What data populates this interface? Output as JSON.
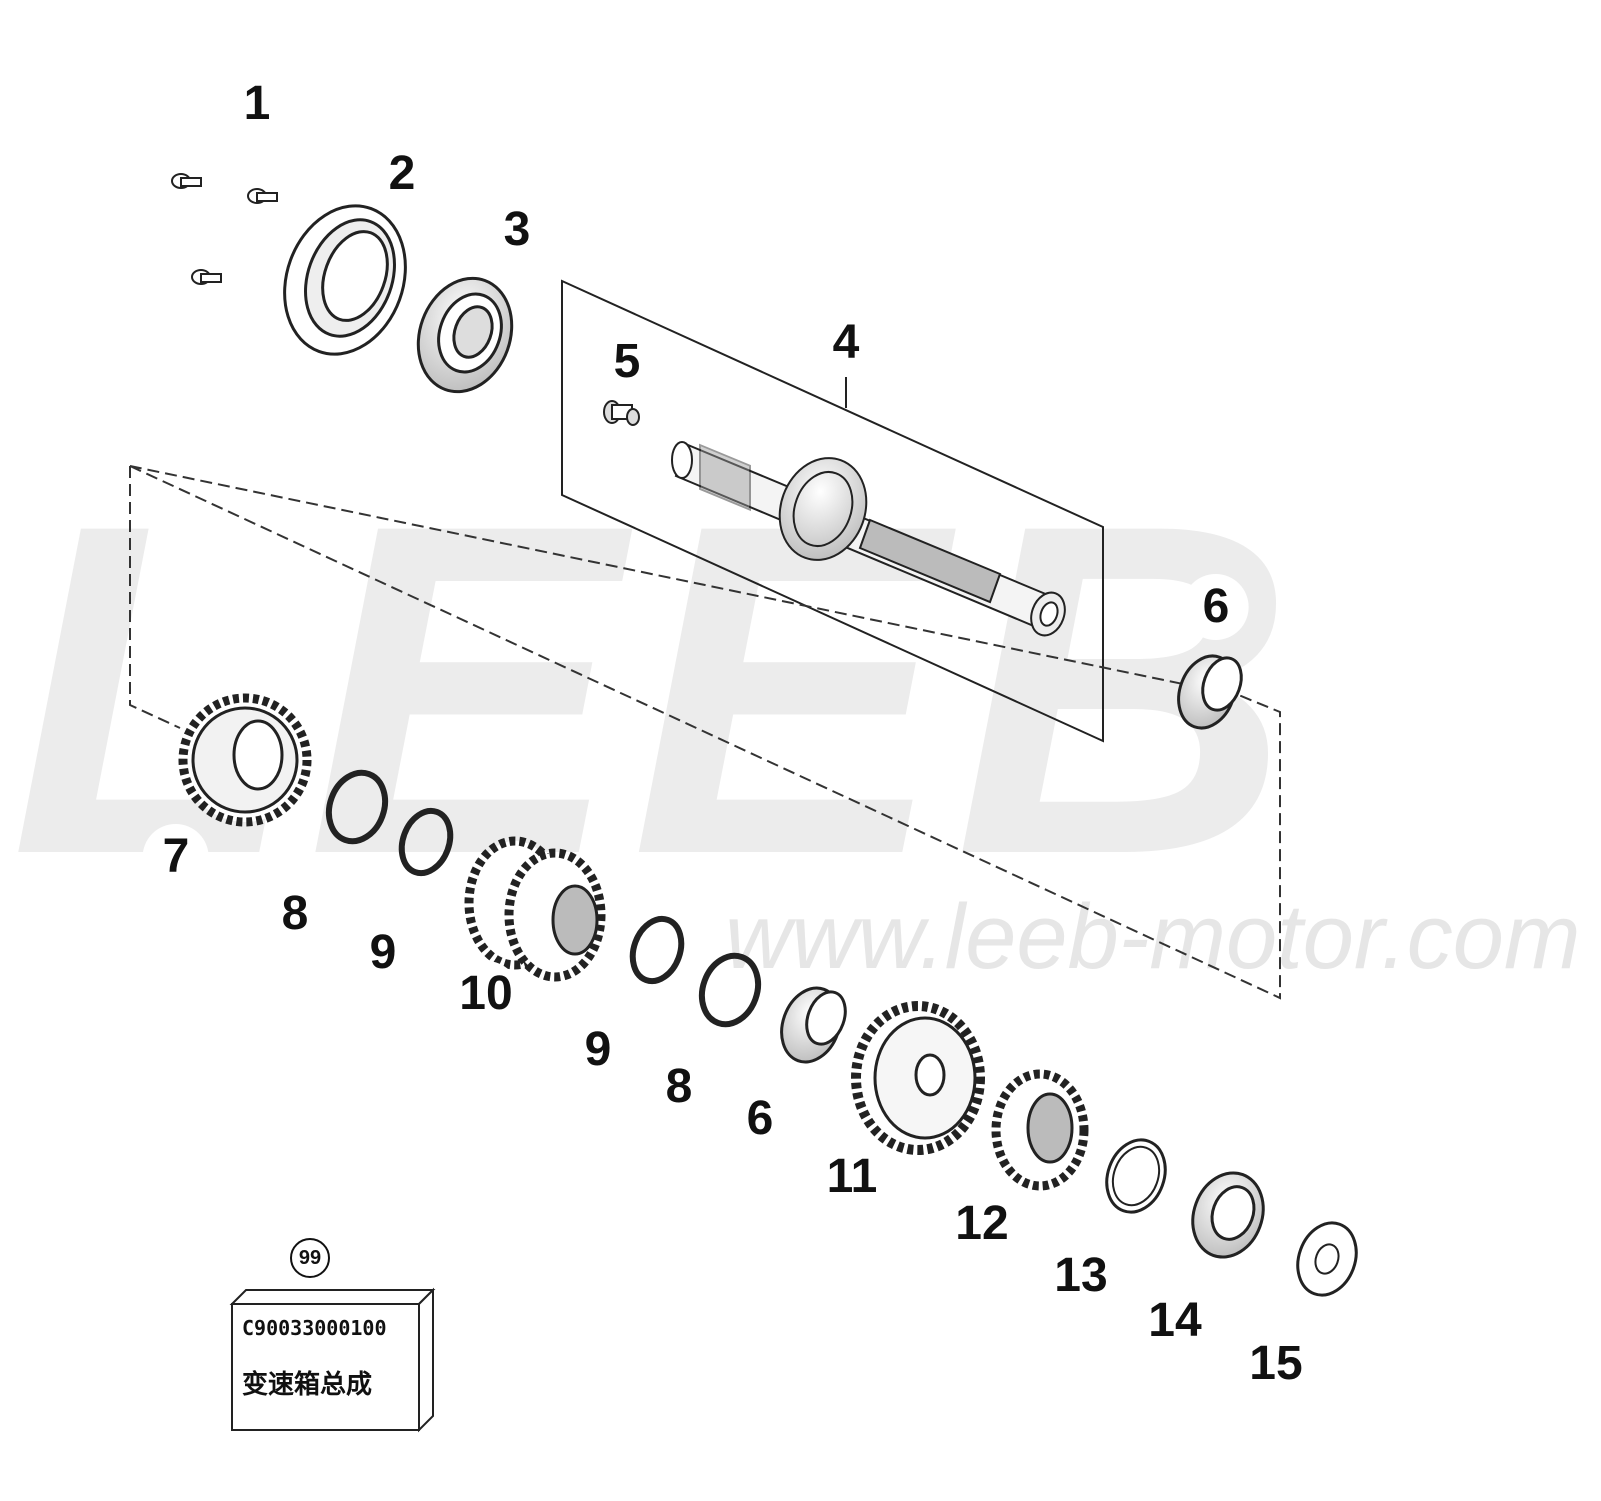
{
  "watermark": {
    "brand": "LEEB",
    "url": "www.leeb-motor.com"
  },
  "callouts": [
    {
      "id": "c1",
      "label": "1"
    },
    {
      "id": "c2",
      "label": "2"
    },
    {
      "id": "c3",
      "label": "3"
    },
    {
      "id": "c4",
      "label": "4"
    },
    {
      "id": "c5",
      "label": "5"
    },
    {
      "id": "c6a",
      "label": "6"
    },
    {
      "id": "c7",
      "label": "7"
    },
    {
      "id": "c8a",
      "label": "8"
    },
    {
      "id": "c9a",
      "label": "9"
    },
    {
      "id": "c10",
      "label": "10"
    },
    {
      "id": "c9b",
      "label": "9"
    },
    {
      "id": "c8b",
      "label": "8"
    },
    {
      "id": "c6b",
      "label": "6"
    },
    {
      "id": "c11",
      "label": "11"
    },
    {
      "id": "c12",
      "label": "12"
    },
    {
      "id": "c13",
      "label": "13"
    },
    {
      "id": "c14",
      "label": "14"
    },
    {
      "id": "c15",
      "label": "15"
    }
  ],
  "kit": {
    "number": "99",
    "code": "C90033000100",
    "name": "变速箱总成"
  }
}
